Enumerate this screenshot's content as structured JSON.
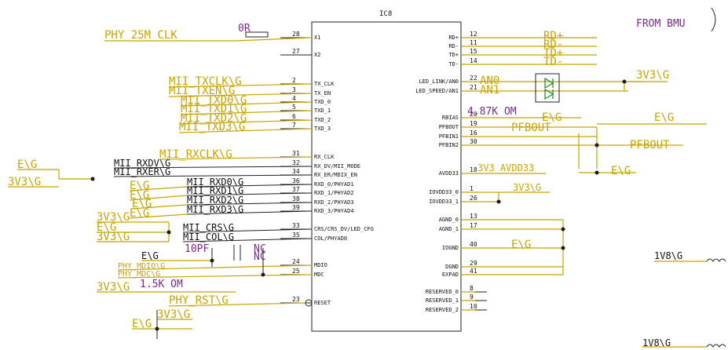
{
  "chip": {
    "ref": "IC8",
    "left_pins": [
      {
        "num": "28",
        "name": "X1"
      },
      {
        "num": "27",
        "name": "X2"
      },
      {
        "num": "2",
        "name": "TX_CLK"
      },
      {
        "num": "3",
        "name": "TX_EN"
      },
      {
        "num": "4",
        "name": "TXD_0"
      },
      {
        "num": "5",
        "name": "TXD_1"
      },
      {
        "num": "6",
        "name": "TXD_2"
      },
      {
        "num": "7",
        "name": "TXD_3"
      },
      {
        "num": "31",
        "name": "RX_CLK"
      },
      {
        "num": "32",
        "name": "RX_DV/MII_MODE"
      },
      {
        "num": "34",
        "name": "RX_ER/MDIX_EN"
      },
      {
        "num": "36",
        "name": "RXD_0/PHYAD1"
      },
      {
        "num": "37",
        "name": "RXD_1/PHYAD2"
      },
      {
        "num": "38",
        "name": "RXD_2/PHYAD3"
      },
      {
        "num": "39",
        "name": "RXD_3/PHYAD4"
      },
      {
        "num": "33",
        "name": "CRS/CRS_DV/LED_CFG"
      },
      {
        "num": "35",
        "name": "COL/PHYAD0"
      },
      {
        "num": "24",
        "name": "MDIO"
      },
      {
        "num": "25",
        "name": "MDC"
      },
      {
        "num": "23",
        "name": "RESET"
      }
    ],
    "right_pins": [
      {
        "num": "12",
        "name": "RD+"
      },
      {
        "num": "11",
        "name": "RD-"
      },
      {
        "num": "15",
        "name": "TD+"
      },
      {
        "num": "14",
        "name": "TD-"
      },
      {
        "num": "22",
        "name": "LED_LINK/AN0"
      },
      {
        "num": "21",
        "name": "LED_SPEED/AN1"
      },
      {
        "num": "20",
        "name": "RBIAS"
      },
      {
        "num": "19",
        "name": "PFBOUT"
      },
      {
        "num": "16",
        "name": "PFBIN1"
      },
      {
        "num": "30",
        "name": "PFBIN2"
      },
      {
        "num": "18",
        "name": "AVDD33"
      },
      {
        "num": "1",
        "name": "IOVDD33_0"
      },
      {
        "num": "26",
        "name": "IOVDD33_1"
      },
      {
        "num": "13",
        "name": "AGND_0"
      },
      {
        "num": "17",
        "name": "AGND_1"
      },
      {
        "num": "40",
        "name": "IOGND"
      },
      {
        "num": "29",
        "name": "DGND"
      },
      {
        "num": "41",
        "name": "EXPAD"
      },
      {
        "num": "8",
        "name": "RESERVED_0"
      },
      {
        "num": "9",
        "name": "RESERVED_1"
      },
      {
        "num": "10",
        "name": "RESERVED_2"
      }
    ]
  },
  "left_nets": {
    "phy_clk": "PHY_25M_CLK",
    "zero_r": "0R",
    "mii_txclk": "MII_TXCLK\\G",
    "mii_txen": "MII_TXEN\\G",
    "mii_txd0": "MII_TXD0\\G",
    "mii_txd1": "MII_TXD1\\G",
    "mii_txd2": "MII_TXD2\\G",
    "mii_txd3": "MII_TXD3\\G",
    "mii_rxclk": "MII_RXCLK\\G",
    "mii_rxdv": "MII_RXDV\\G",
    "mii_rxer": "MII_RXER\\G",
    "mii_rxd0": "MII_RXD0\\G",
    "mii_rxd1": "MII_RXD1\\G",
    "mii_rxd2": "MII_RXD2\\G",
    "mii_rxd3": "MII_RXD3\\G",
    "mii_crs": "MII_CRS\\G",
    "mii_col": "MII_COL\\G",
    "e_g": "E\\G",
    "v3v3_g": "3V3\\G",
    "cap_10pf": "10PF",
    "nc": "NC",
    "phy_mdio": "PHY_MDIO\\G",
    "phy_mdc": "PHY_MDC\\G",
    "r_15k": "1.5K OM",
    "phy_rst": "PHY_RST\\G",
    "v3v3_g_rst": "3V3\\G"
  },
  "right_nets": {
    "from_bmu": "FROM BMU",
    "rd_plus": "RD+",
    "rd_minus": "RD-",
    "td_plus": "TD+",
    "td_minus": "TD-",
    "an0": "AN0",
    "an1": "AN1",
    "v3v3_g_led": "3V3\\G",
    "r_487k": "4.87K OM",
    "e_g": "E\\G",
    "pfbout": "PFBOUT",
    "pfbout2": "PFBOUT",
    "avdd": "3V3_AVDD33",
    "v3v3_g_io": "3V3\\G",
    "e_g_gnd": "E\\G",
    "v1v8_1": "1V8\\G",
    "v1v8_2": "1V8\\G"
  },
  "colors": {
    "wire": "#c8a400",
    "led": "#1a8a1a",
    "ink": "#222222",
    "title": "#7a2a8a"
  }
}
